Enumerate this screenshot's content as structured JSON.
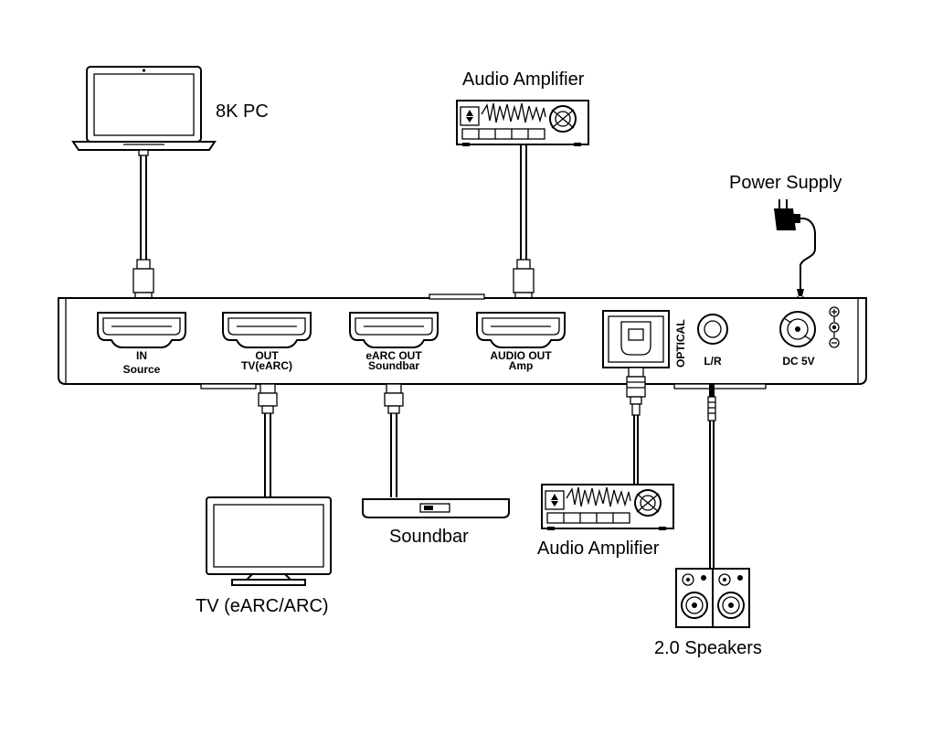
{
  "devices": {
    "pc": "8K PC",
    "amp_top": "Audio Amplifier",
    "power": "Power Supply",
    "tv": "TV (eARC/ARC)",
    "soundbar": "Soundbar",
    "amp_bottom": "Audio Amplifier",
    "speakers": "2.0 Speakers"
  },
  "ports": {
    "in_1": "IN",
    "in_2": "Source",
    "out_1": "OUT",
    "out_2": "TV(eARC)",
    "earc_1": "eARC OUT",
    "earc_2": "Soundbar",
    "audio_1": "AUDIO OUT",
    "audio_2": "Amp",
    "optical": "OPTICAL",
    "lr": "L/R",
    "dc": "DC 5V"
  }
}
